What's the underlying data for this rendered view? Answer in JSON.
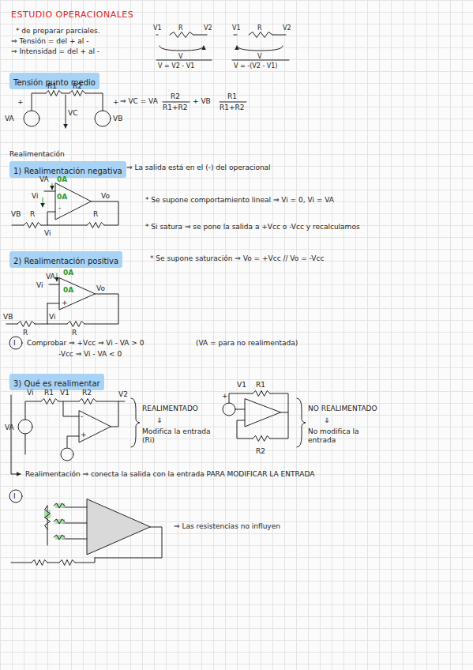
{
  "diagram": {
    "title": "ESTUDIO OPERACIONALES",
    "nodes": [
      {
        "text": [
          "Tensión punto medio"
        ]
      },
      {
        "text": [
          "1) Realimentación negativa"
        ]
      },
      {
        "text": [
          "2) Realimentación positiva"
        ]
      },
      {
        "text": [
          "3) Qué es realimentar"
        ]
      }
    ],
    "labels": [
      "* de preparar parciales.",
      "⇒ Tensión = del + al -",
      "⇒ Intensidad = del + al -",
      "V1",
      "R",
      "V2",
      "V",
      "V = V2 - V1",
      "V1",
      "R",
      "V2",
      "V",
      "V = -(V2 - V1)",
      "R1",
      "R2",
      "+",
      "+",
      "VA",
      "VC",
      "VB",
      "⇒ VC = VA",
      "R2",
      "R1+R2",
      "+ VB",
      "R1",
      "R1+R2",
      "Realimentación",
      "⇒ La salida está en el (-) del operacional",
      "VA",
      "0A",
      "Vi",
      "0A",
      "-",
      "Vo",
      "VB",
      "R",
      "R",
      "Vi",
      "* Se supone comportamiento lineal ⇒ Vi = 0, Vi = VA",
      "* Si satura ⇒ se pone la salida a +Vcc o -Vcc y recalculamos",
      "* Se supone saturación ⇒ Vo = +Vcc // Vo = -Vcc",
      "VA",
      "0A",
      "Vi",
      "0A",
      "+",
      "Vo",
      "VB",
      "R",
      "Vi",
      "R",
      "I",
      "Comprobar ⇒ +Vcc ⇒ Vi - VA > 0",
      "-Vcc ⇒ Vi - VA < 0",
      "(VA = para no realimentada)",
      "Vi",
      "R1",
      "V1",
      "R2",
      "V2",
      "VA",
      "-",
      "+",
      "REALIMENTADO",
      "⇓",
      "Modifica la entrada (Ri)",
      "V1",
      "R1",
      "+",
      "NO REALIMENTADO",
      "⇓",
      "No modifica la entrada",
      "R2",
      "Realimentación ⇒ conecta la salida con la entrada PARA MODIFICAR LA ENTRADA",
      "I",
      "⇒ Las resistencias no influyen"
    ]
  }
}
